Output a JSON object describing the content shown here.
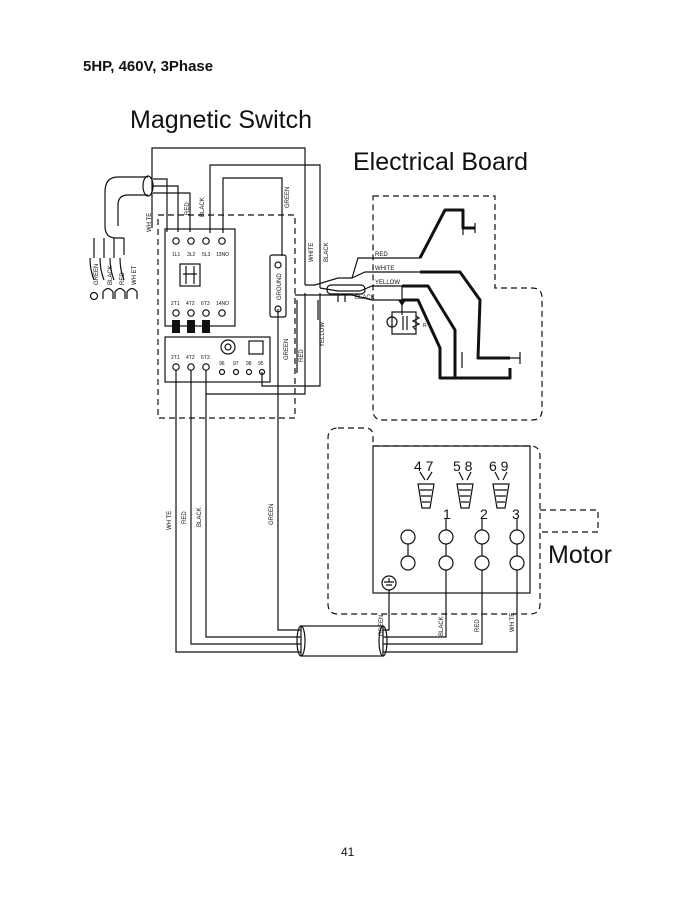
{
  "header": {
    "title": "5HP, 460V, 3Phase"
  },
  "labels": {
    "magnetic_switch": "Magnetic Switch",
    "electrical_board": "Electrical Board",
    "motor": "Motor",
    "ground": "GROUND"
  },
  "cord": {
    "wires": [
      "GREEN",
      "BLACK",
      "RED",
      "WH ET"
    ]
  },
  "switch_wires": {
    "white": "WH TE",
    "red": "RED",
    "black": "BLACK",
    "green": "GREEN",
    "white2": "WHITE",
    "black2": "BLACK"
  },
  "contactor": {
    "top": [
      "1L1",
      "3L2",
      "5L3",
      "13NO"
    ],
    "bottom": [
      "2T1",
      "4T2",
      "6T3",
      "14NO"
    ]
  },
  "overload": {
    "terminals": [
      "2T1",
      "4T2",
      "6T3"
    ],
    "aux": [
      "96",
      "97",
      "98",
      "95"
    ]
  },
  "board_wires": {
    "red": "RED",
    "white": "WHITE",
    "yellow": "YELLOW",
    "black": "BLACK",
    "r": "R"
  },
  "mid_wires": {
    "red": "RED",
    "yellow": "YELLOW",
    "green": "GREEN"
  },
  "down_wires": {
    "white": "WH TE",
    "red": "RED",
    "black": "BLACK",
    "green": "GREEN"
  },
  "motor": {
    "connector_pairs": [
      "4 7",
      "5 8",
      "6 9"
    ],
    "terminals": [
      "1",
      "2",
      "3"
    ],
    "lead_labels": {
      "green": "GREEN",
      "black": "BLACK",
      "red": "RED",
      "white": "WH TE"
    }
  },
  "page_number": "41"
}
